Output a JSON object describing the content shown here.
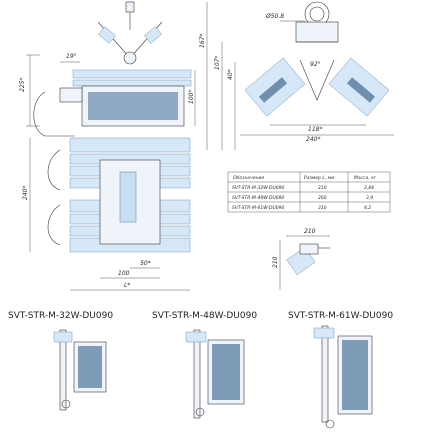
{
  "dimensions": {
    "front_angle": "19°",
    "front_height": "225*",
    "front_depth": "100*",
    "side_pipe": "Ø50.8",
    "side_h1": "167*",
    "side_h2": "107*",
    "side_h3": "40*",
    "side_angle": "92°",
    "side_inner_w": "118*",
    "side_total_w": "240*",
    "top_height": "240*",
    "top_50": "50*",
    "top_100": "100",
    "top_L": "L*",
    "small_w": "210",
    "small_h": "210"
  },
  "table": {
    "headers": [
      "Обозначение",
      "Размер L, мм",
      "Масса, кг"
    ],
    "rows": [
      [
        "SVT-STR-M-32W-DU090",
        "210",
        "2,84"
      ],
      [
        "SVT-STR-M-48W-DU090",
        "260",
        "3,9"
      ],
      [
        "SVT-STR-M-61W-DU090",
        "310",
        "4,2"
      ]
    ]
  },
  "models": [
    "SVT-STR-M-32W-DU090",
    "SVT-STR-M-48W-DU090",
    "SVT-STR-M-61W-DU090"
  ],
  "colors": {
    "lens": "#c8dff2",
    "outline": "#3a3a3a",
    "accent": "#5a86b0"
  }
}
